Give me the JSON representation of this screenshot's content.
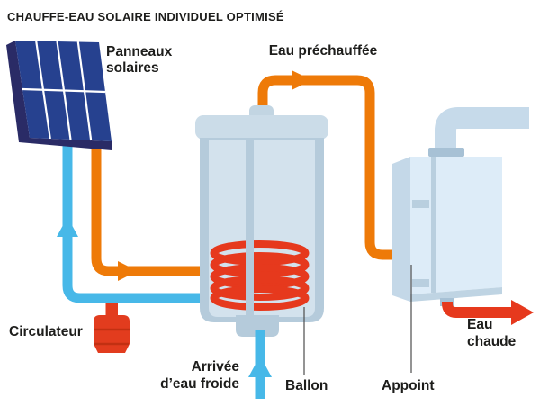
{
  "title": "CHAUFFE-EAU SOLAIRE INDIVIDUEL OPTIMISÉ",
  "labels": {
    "solar_panels": {
      "line1": "Panneaux",
      "line2": "solaires"
    },
    "preheated_water": "Eau préchauffée",
    "circulator": "Circulateur",
    "cold_water_inlet": {
      "line1": "Arrivée",
      "line2": "d’eau froide"
    },
    "tank": "Ballon",
    "backup_heater": "Appoint",
    "hot_water": {
      "line1": "Eau",
      "line2": "chaude"
    }
  },
  "colors": {
    "hot_supply_orange": "#ee7a08",
    "cold_return_blue": "#47b8e8",
    "hot_water_red": "#e6391d",
    "panel_blue": "#26418f"
  }
}
